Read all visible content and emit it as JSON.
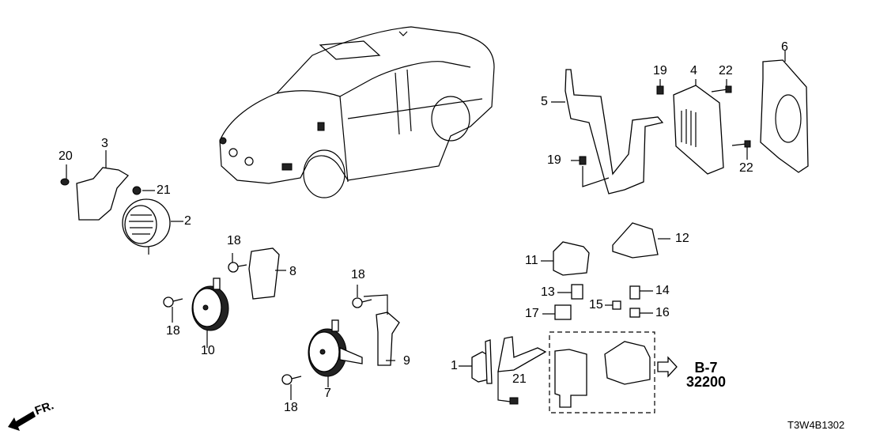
{
  "diagram": {
    "title_code": "T3W4B1302",
    "front_indicator": "FR.",
    "reference": {
      "line1": "B-7",
      "line2": "32200"
    },
    "callouts": [
      {
        "id": "c1",
        "label": "1"
      },
      {
        "id": "c2",
        "label": "2"
      },
      {
        "id": "c3",
        "label": "3"
      },
      {
        "id": "c4",
        "label": "4"
      },
      {
        "id": "c5",
        "label": "5"
      },
      {
        "id": "c6",
        "label": "6"
      },
      {
        "id": "c7",
        "label": "7"
      },
      {
        "id": "c8",
        "label": "8"
      },
      {
        "id": "c9",
        "label": "9"
      },
      {
        "id": "c10",
        "label": "10"
      },
      {
        "id": "c11",
        "label": "11"
      },
      {
        "id": "c12",
        "label": "12"
      },
      {
        "id": "c13",
        "label": "13"
      },
      {
        "id": "c14",
        "label": "14"
      },
      {
        "id": "c15",
        "label": "15"
      },
      {
        "id": "c16",
        "label": "16"
      },
      {
        "id": "c17",
        "label": "17"
      },
      {
        "id": "c18a",
        "label": "18"
      },
      {
        "id": "c18b",
        "label": "18"
      },
      {
        "id": "c18c",
        "label": "18"
      },
      {
        "id": "c18d",
        "label": "18"
      },
      {
        "id": "c19a",
        "label": "19"
      },
      {
        "id": "c19b",
        "label": "19"
      },
      {
        "id": "c20",
        "label": "20"
      },
      {
        "id": "c21a",
        "label": "21"
      },
      {
        "id": "c21b",
        "label": "21"
      },
      {
        "id": "c22a",
        "label": "22"
      },
      {
        "id": "c22b",
        "label": "22"
      }
    ]
  }
}
